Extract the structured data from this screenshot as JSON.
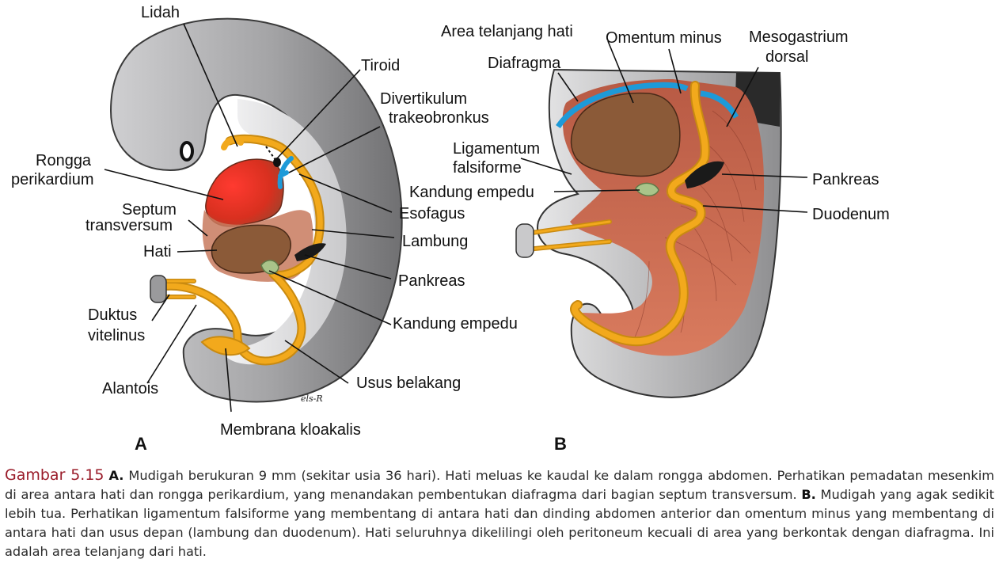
{
  "panel_a": {
    "letter": "A",
    "labels": {
      "lidah": "Lidah",
      "tiroid": "Tiroid",
      "divertikulum_1": "Divertikulum",
      "divertikulum_2": "trakeobronkus",
      "rongga_1": "Rongga",
      "rongga_2": "perikardium",
      "septum_1": "Septum",
      "septum_2": "transversum",
      "esofagus": "Esofagus",
      "hati": "Hati",
      "lambung": "Lambung",
      "pankreas": "Pankreas",
      "duktus_1": "Duktus",
      "duktus_2": "vitelinus",
      "kandung_empedu": "Kandung empedu",
      "usus_belakang": "Usus belakang",
      "alantois": "Alantois",
      "membrana": "Membrana kloakalis"
    },
    "signature": "els-R"
  },
  "panel_b": {
    "letter": "B",
    "labels": {
      "area_telanjang": "Area telanjang hati",
      "omentum": "Omentum minus",
      "mesogastrium_1": "Mesogastrium",
      "mesogastrium_2": "dorsal",
      "diafragma": "Diafragma",
      "ligamentum_1": "Ligamentum",
      "ligamentum_2": "falsiforme",
      "pankreas": "Pankreas",
      "kandung_empedu": "Kandung empedu",
      "duodenum": "Duodenum"
    }
  },
  "caption": {
    "figure_number": "Gambar 5.15",
    "a_marker": "A.",
    "a_text": "Mudigah berukuran 9 mm (sekitar usia 36 hari). Hati meluas ke kaudal ke dalam rongga abdomen. Perhatikan pemadatan mesenkim di area antara hati dan rongga perikardium, yang menandakan pembentukan diafragma dari bagian septum transversum.",
    "b_marker": "B.",
    "b_text": "Mudigah yang agak sedikit lebih tua. Perhatikan ligamentum falsiforme yang membentang di antara hati dan dinding abdomen anterior dan omentum minus yang membentang di antara hati dan usus depan (lambung dan duodenum). Hati seluruhnya dikelilingi oleh peritoneum kecuali di area yang berkontak dengan diafragma. Ini adalah area telanjang dari hati."
  },
  "colors": {
    "wall_gray": "#9a9a9c",
    "wall_light": "#d4d4d6",
    "gut_yellow": "#f2a91c",
    "gut_outline": "#c98a10",
    "liver_brown": "#8b5a38",
    "heart_red": "#e8302a",
    "mesentery": "#c8644e",
    "diaphragm_blue": "#1e9ad8",
    "gallbladder_green": "#a9c48a",
    "pancreas_black": "#1a1a1a",
    "caption_accent": "#9a1c2a"
  }
}
